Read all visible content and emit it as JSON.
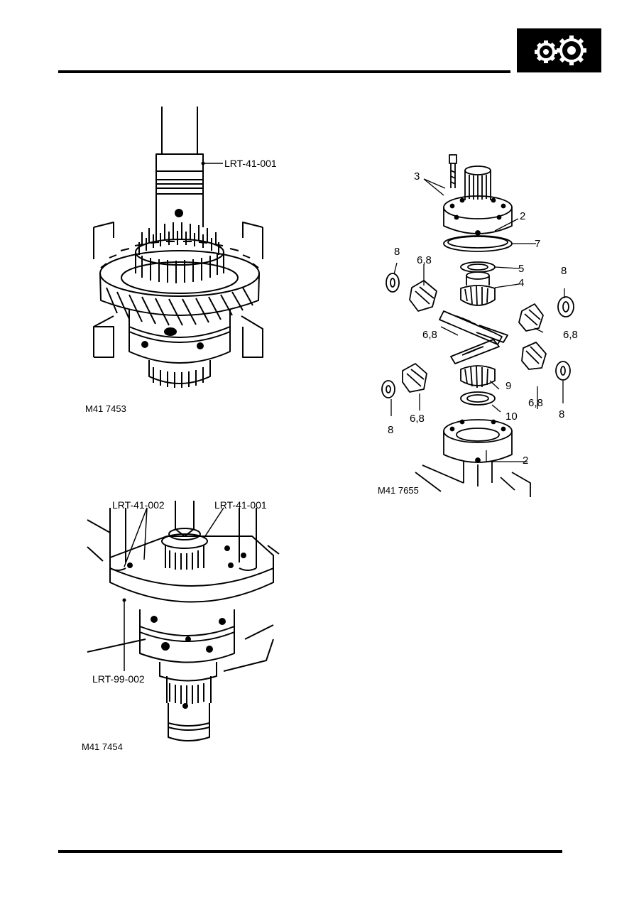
{
  "header": {
    "badge_icon": "gears-icon"
  },
  "figure1": {
    "id": "M41 7453",
    "tool": "LRT-41-001"
  },
  "figure2": {
    "id": "M41 7454",
    "tools": [
      "LRT-41-002",
      "LRT-41-001",
      "LRT-99-002"
    ]
  },
  "figure3": {
    "id": "M41 7655",
    "callouts": [
      "3",
      "2",
      "7",
      "5",
      "4",
      "8",
      "6,8",
      "8",
      "6,8",
      "6,8",
      "9",
      "6,8",
      "8",
      "8",
      "6,8",
      "10",
      "2"
    ]
  }
}
